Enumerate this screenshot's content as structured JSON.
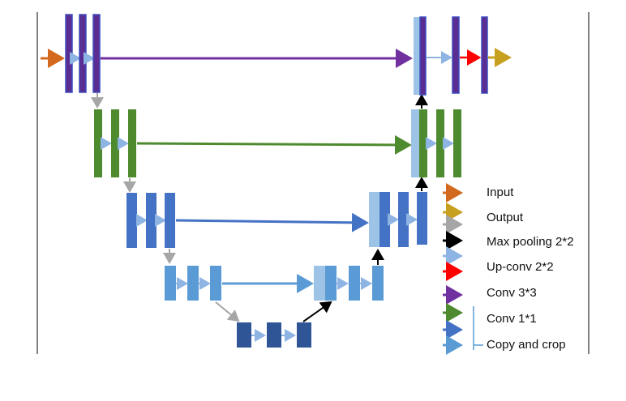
{
  "legend": [
    {
      "label": "Input",
      "color": "#D2691E"
    },
    {
      "label": "Output",
      "color": "#C8A020"
    },
    {
      "label": "",
      "color": "#A6A6A6"
    },
    {
      "label": "Max pooling 2*2",
      "color": "#000000"
    },
    {
      "label": "",
      "color": "#8EB4E3"
    },
    {
      "label": "Up-conv 2*2",
      "color": "#FF0000"
    },
    {
      "label": "Conv 3*3",
      "color": "#7030A0"
    },
    {
      "label": "Conv 1*1",
      "color": "#4E8A2E"
    },
    {
      "label": "",
      "color": "#4472C4"
    },
    {
      "label": "Copy and crop",
      "color": "#5B9BD5"
    }
  ],
  "colors": {
    "level1_bar": "#5B2C91",
    "level1_edge": "#3B4FBF",
    "level2_bar": "#4E8A2E",
    "level3_bar": "#4472C4",
    "level4_bar": "#5B9BD5",
    "level5_bar": "#2F5597",
    "light_bar": "#9DC3E6",
    "frame_line": "#000000"
  }
}
